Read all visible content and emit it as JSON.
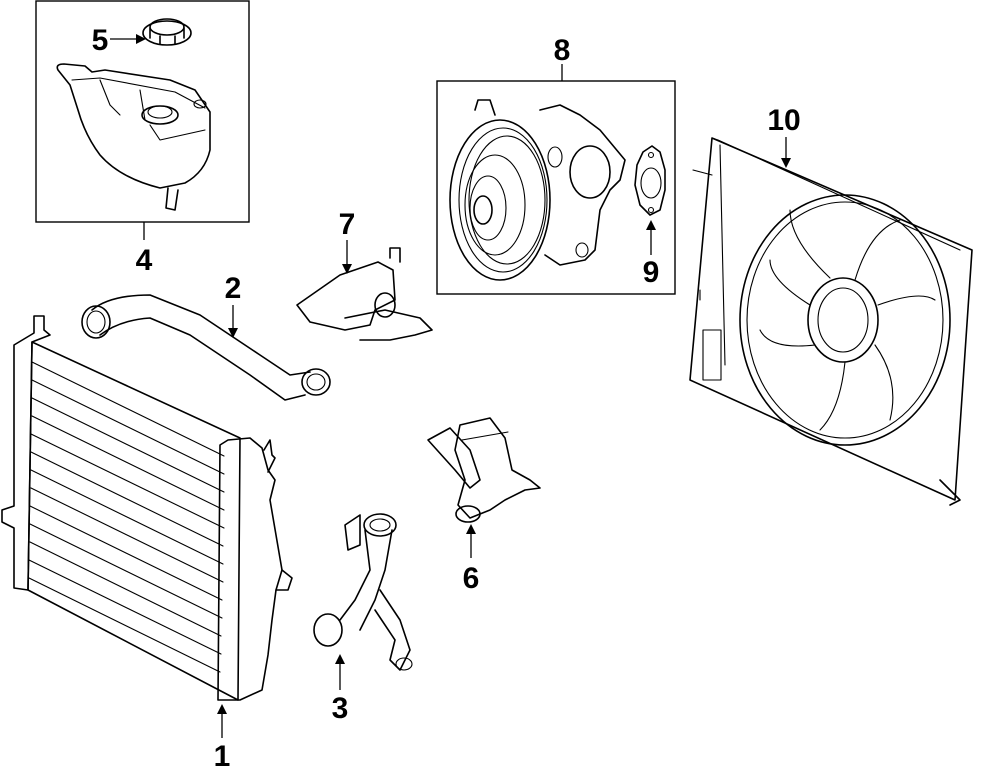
{
  "diagram": {
    "title": "",
    "type": "exploded parts diagram",
    "line_color": "#000000",
    "background": "#ffffff",
    "callouts": [
      {
        "id": "1",
        "label": "1",
        "part": "radiator"
      },
      {
        "id": "2",
        "label": "2",
        "part": "upper hose"
      },
      {
        "id": "3",
        "label": "3",
        "part": "lower hose"
      },
      {
        "id": "4",
        "label": "4",
        "part": "reservoir assembly"
      },
      {
        "id": "5",
        "label": "5",
        "part": "reservoir cap"
      },
      {
        "id": "6",
        "label": "6",
        "part": "coolant pipe housing"
      },
      {
        "id": "7",
        "label": "7",
        "part": "thermostat housing"
      },
      {
        "id": "8",
        "label": "8",
        "part": "water pump assembly"
      },
      {
        "id": "9",
        "label": "9",
        "part": "water pump gasket"
      },
      {
        "id": "10",
        "label": "10",
        "part": "fan assembly with shroud"
      }
    ]
  }
}
